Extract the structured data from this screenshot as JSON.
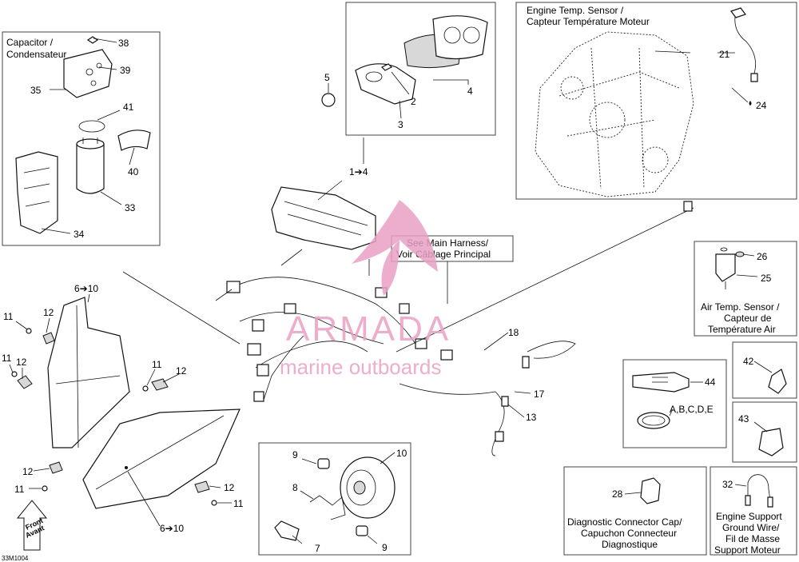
{
  "figure_code": "33M1004",
  "sections": {
    "capacitor": {
      "title_l1": "Capacitor /",
      "title_l2": "Condensateur",
      "callouts": [
        "38",
        "39",
        "35",
        "41",
        "40",
        "33",
        "34"
      ]
    },
    "gauge": {
      "callouts": [
        "5",
        "2",
        "3",
        "4"
      ]
    },
    "engine": {
      "title_l1": "Engine Temp. Sensor /",
      "title_l2": "Capteur Température Moteur",
      "callouts": [
        "21",
        "24"
      ]
    },
    "harness": {
      "ref_range": "1➔4",
      "note_l1": "See Main Harness/",
      "note_l2": "Voir Câblage Principal",
      "callouts": [
        "18",
        "17",
        "13"
      ]
    },
    "headlight": {
      "callouts": [
        "6➔10",
        "12",
        "11",
        "11",
        "12",
        "11",
        "12",
        "12",
        "11",
        "12",
        "11",
        "6➔10"
      ],
      "front_l1": "Front",
      "front_l2": "Avant"
    },
    "bulb": {
      "callouts": [
        "9",
        "10",
        "8",
        "7",
        "9"
      ]
    },
    "air_sensor": {
      "callouts": [
        "26",
        "25"
      ],
      "title_l1": "Air Temp. Sensor /",
      "title_l2": "Capteur de",
      "title_l3": "Température Air"
    },
    "kit": {
      "callouts": [
        "44",
        "A,B,C,D,E"
      ]
    },
    "clip42": {
      "callout": "42"
    },
    "clip43": {
      "callout": "43"
    },
    "diag": {
      "callout": "28",
      "title_l1": "Diagnostic Connector Cap/",
      "title_l2": "Capuchon Connecteur",
      "title_l3": "Diagnostique"
    },
    "ground": {
      "callout": "32",
      "title_l1": "Engine Support",
      "title_l2": "Ground Wire/",
      "title_l3": "Fil de Masse",
      "title_l4": "Support Moteur"
    }
  },
  "watermark": {
    "brand": "ARMADA",
    "tagline": "marine outboards",
    "color": "#e9a0c4"
  }
}
